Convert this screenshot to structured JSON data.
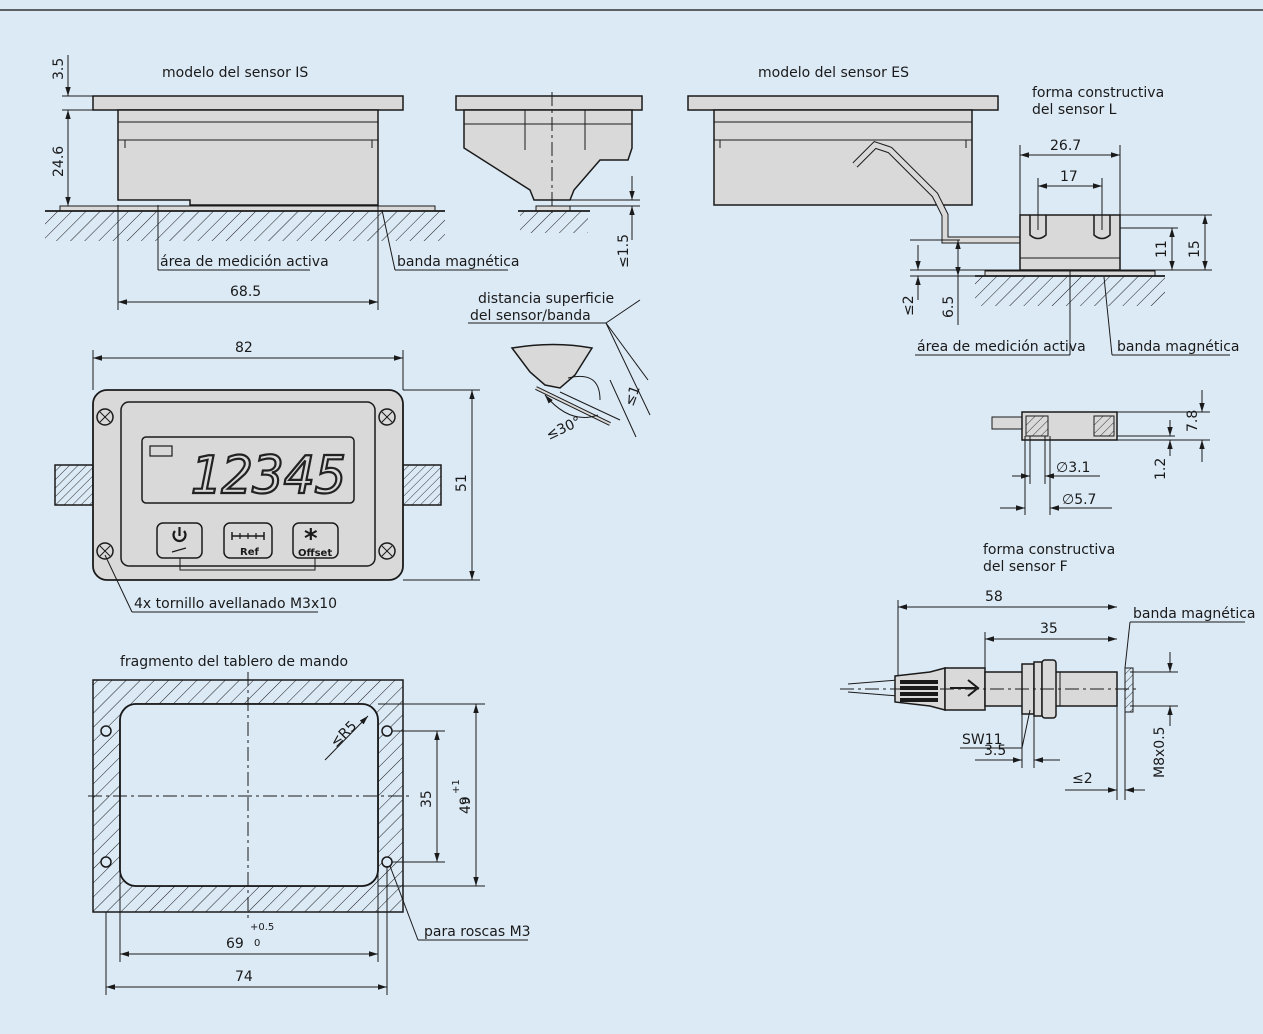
{
  "colors": {
    "background": "#dceaf6",
    "body": "#d9d9d9",
    "hatch": "#1a1a1a"
  },
  "sensor_is": {
    "title": "modelo del sensor IS",
    "dim_top": "3.5",
    "dim_height": "24.6",
    "dim_width": "68.5",
    "label_active": "área de medición activa",
    "label_band": "banda magnética"
  },
  "sensor_es": {
    "title": "modelo del sensor ES"
  },
  "gap": {
    "dim_1_5": "≤1.5",
    "label_line1": "distancia superficie",
    "label_line2": "del sensor/banda",
    "dim_1": "≤1",
    "angle": "≤30°"
  },
  "sensor_l": {
    "title_line1": "forma constructiva",
    "title_line2": "del sensor L",
    "dim_26_7": "26.7",
    "dim_17": "17",
    "dim_11": "11",
    "dim_15": "15",
    "dim_le2": "≤2",
    "dim_6_5": "6.5",
    "label_active": "área de medición activa",
    "label_band": "banda magnética",
    "dim_7_8": "7.8",
    "dim_1_2": "1.2",
    "dim_d3_1": "∅3.1",
    "dim_d5_7": "∅5.7"
  },
  "display": {
    "dim_width": "82",
    "dim_height": "51",
    "lcd_value": "12345",
    "key_ref": "Ref",
    "key_offset": "Offset",
    "screws_label": "4x tornillo avellanado M3x10"
  },
  "panel": {
    "title": "fragmento del tablero de mando",
    "dim_r5": "≤R5",
    "dim_35": "35",
    "dim_49": "49",
    "dim_49_tol_up": "+1",
    "dim_49_tol_low": "0",
    "dim_69": "69",
    "dim_69_tol_up": "+0.5",
    "dim_69_tol_low": "0",
    "dim_74": "74",
    "label_threads": "para roscas M3"
  },
  "sensor_f": {
    "title_line1": "forma constructiva",
    "title_line2": "del sensor F",
    "dim_58": "58",
    "dim_35": "35",
    "label_band": "banda magnética",
    "label_sw": "SW11",
    "dim_3_5": "3.5",
    "dim_le2": "≤2",
    "dim_thread": "M8x0.5"
  }
}
